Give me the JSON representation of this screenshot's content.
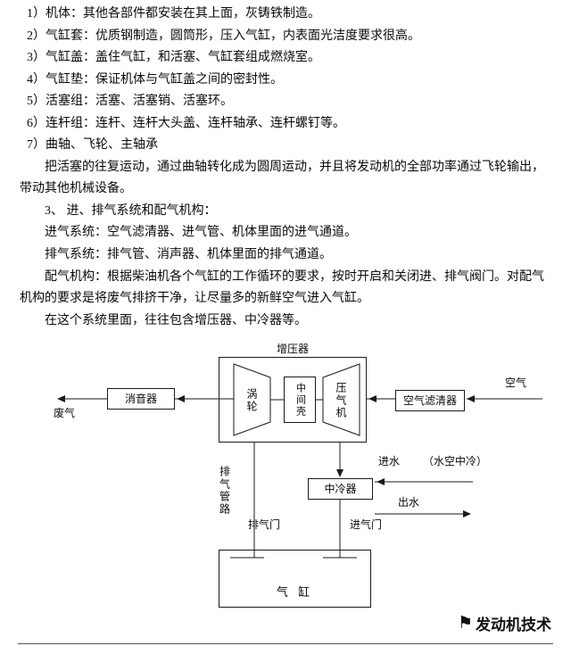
{
  "content": {
    "paragraphs": [
      "1）机体：其他各部件都安装在其上面，灰铸铁制造。",
      "2）气缸套：优质钢制造，圆筒形，压入气缸，内表面光洁度要求很高。",
      "3）气缸盖：盖住气缸，和活塞、气缸套组成燃烧室。",
      "4）气缸垫：保证机体与气缸盖之间的密封性。",
      "5）活塞组：活塞、活塞销、活塞环。",
      "6）连杆组：连杆、连杆大头盖、连杆轴承、连杆螺钉等。",
      "7）曲轴、飞轮、主轴承",
      "把活塞的往复运动，通过曲轴转化成为圆周运动，并且将发动机的全部功率通过飞轮输出，带动其他机械设备。",
      "3、 进、排气系统和配气机构：",
      "进气系统：空气滤清器、进气管、机体里面的进气通道。",
      "排气系统：排气管、消声器、机体里面的排气通道。",
      "配气机构：根据柴油机各个气缸的工作循环的要求，按时开启和关闭进、排气阀门。对配气机构的要求是将废气排挤干净，让尽量多的新鲜空气进入气缸。",
      "在这个系统里面，往往包含增压器、中冷器等。"
    ]
  },
  "diagram": {
    "turbocharger": "增压器",
    "turbine": "涡轮",
    "center_housing": "中间壳",
    "compressor": "压气机",
    "muffler": "消音器",
    "exhaust_gas": "废气",
    "air_filter": "空气滤清器",
    "air": "空气",
    "exhaust_pipe": "排气管路",
    "intercooler": "中冷器",
    "water_in": "进水",
    "water_air_cooling": "（水空中冷）",
    "water_out": "出水",
    "exhaust_valve": "排气门",
    "intake_valve": "进气门",
    "cylinder": "气 缸"
  },
  "footer": {
    "brand": "发动机技术",
    "flag_icon": "⚑"
  },
  "colors": {
    "line": "#1a1a1a",
    "text": "#0a0a0a",
    "background": "#ffffff"
  }
}
